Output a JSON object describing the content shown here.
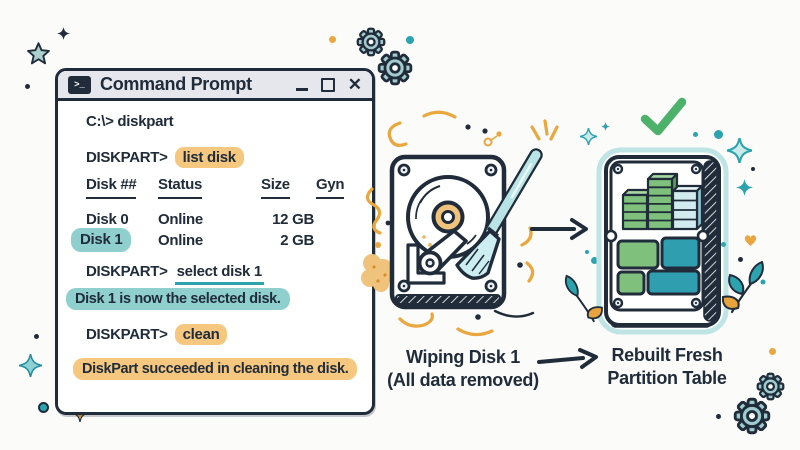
{
  "colors": {
    "ink": "#202c3a",
    "titlebar_grey": "#e6e7ec",
    "highlight_orange": "#f5c77f",
    "highlight_teal": "#8fd0cf",
    "teal_accent": "#2ba4b0",
    "teal_light": "#bfe5e7",
    "orange_accent": "#e9a73e",
    "green_check": "#4cb269",
    "block_green": "#7fc17c",
    "block_teal": "#2f9fb0",
    "gear_fill": "#a3cbcd"
  },
  "window": {
    "title": "Command Prompt",
    "icon_glyph": ">_",
    "close_glyph": "✕"
  },
  "terminal": {
    "line_diskpart": "C:\\> diskpart",
    "prompt": "DISKPART>",
    "cmd_list_disk": "list disk",
    "cmd_select_disk": "select disk 1",
    "cmd_clean": "clean",
    "msg_selected": "Disk 1 is now the selected disk.",
    "msg_cleaned": "DiskPart succeeded in cleaning the disk.",
    "table": {
      "headers": [
        "Disk ##",
        "Status",
        "Size",
        "Gyn"
      ],
      "rows": [
        {
          "disk": "Disk 0",
          "status": "Online",
          "size": "12 GB",
          "selected": false
        },
        {
          "disk": "Disk 1",
          "status": "Online",
          "size": "2 GB",
          "selected": true
        }
      ]
    }
  },
  "captions": {
    "wiping_line1": "Wiping Disk 1",
    "wiping_line2": "(All data removed)",
    "rebuilt_line1": "Rebuilt Fresh",
    "rebuilt_line2": "Partition Table"
  }
}
